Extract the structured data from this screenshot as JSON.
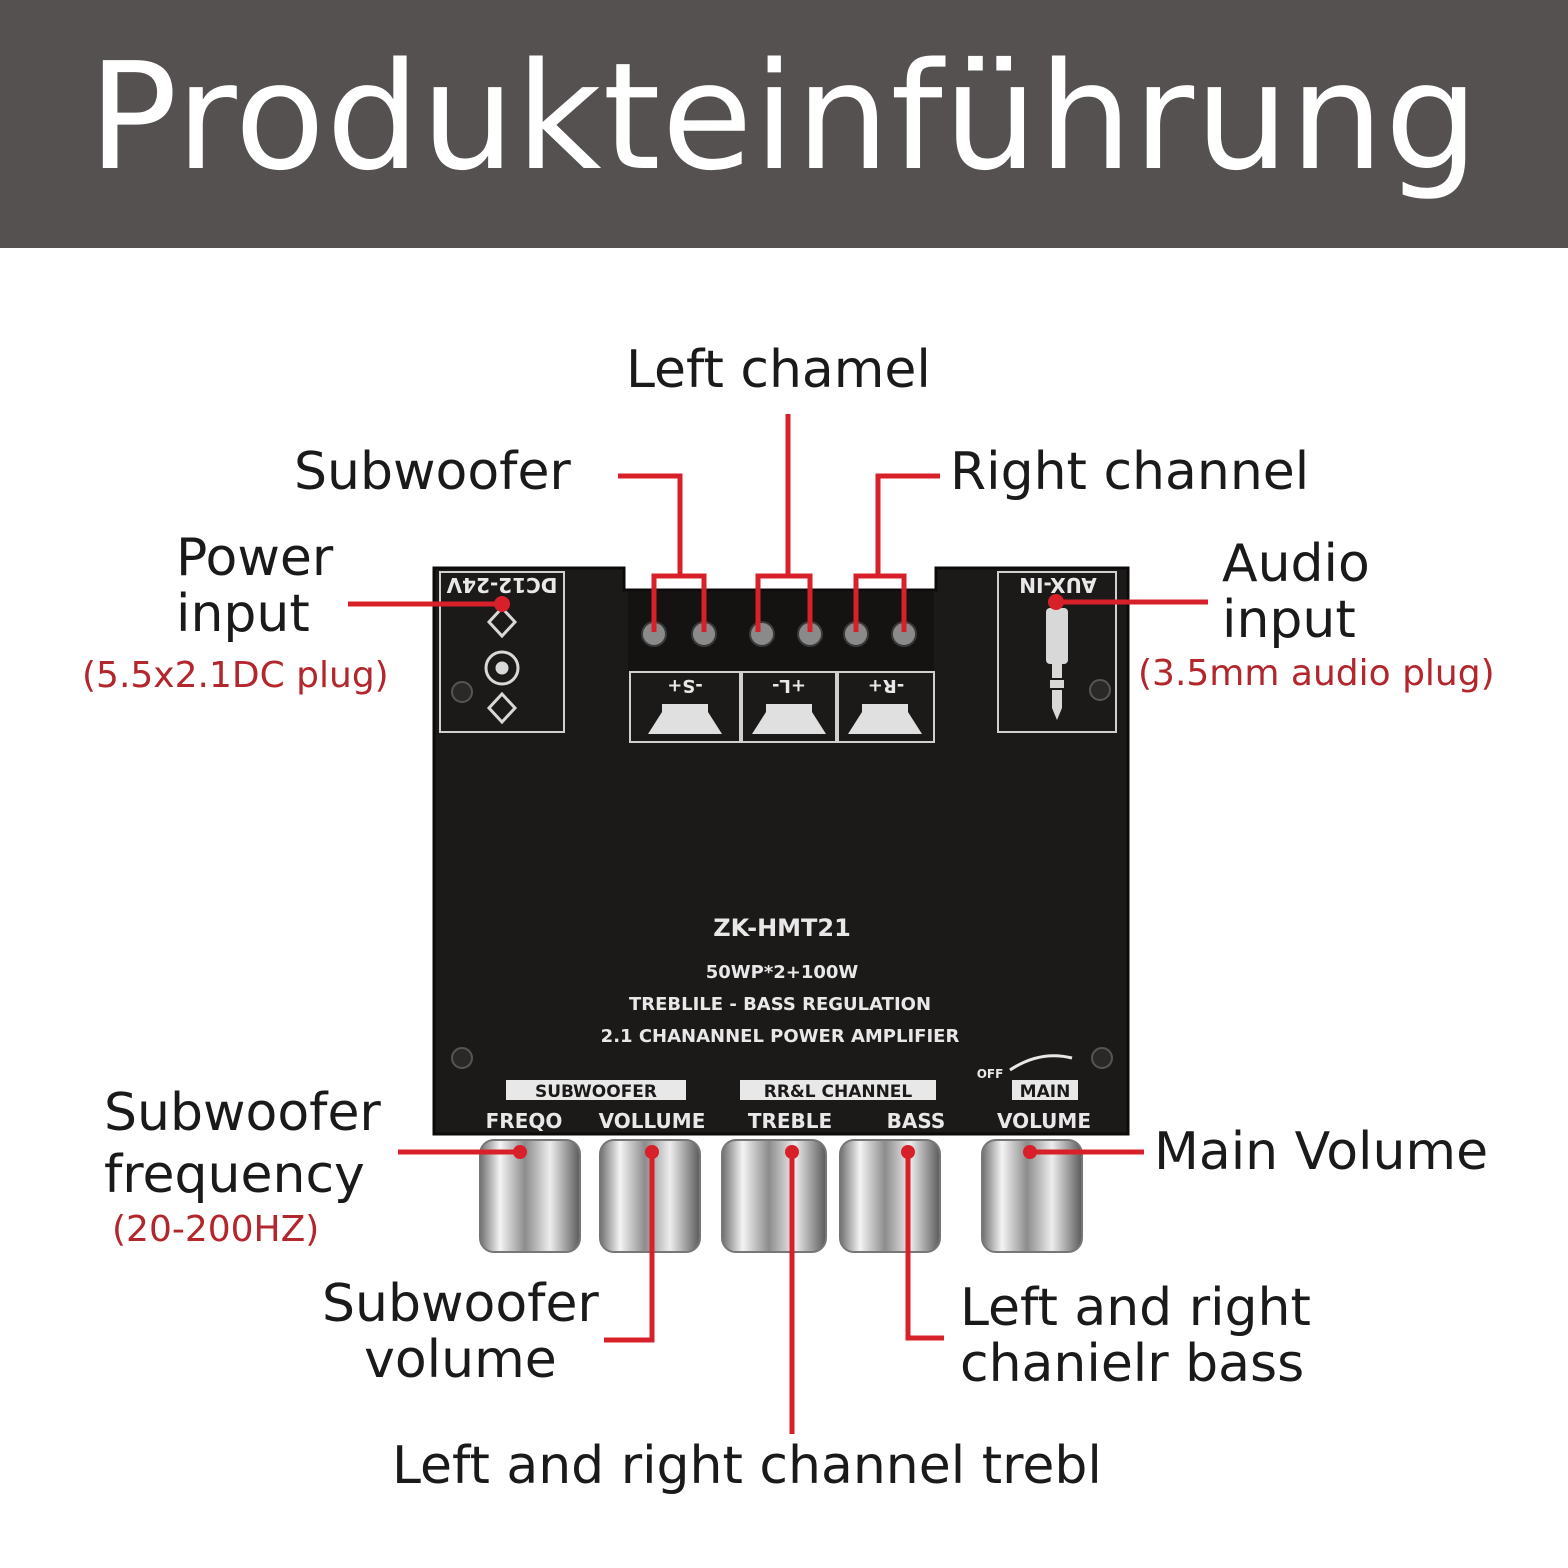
{
  "header": {
    "title": "Produkteinführung"
  },
  "labels": {
    "left_channel": "Left chamel",
    "subwoofer": "Subwoofer",
    "right_channel": "Right channel",
    "power_input": "Power\ninput",
    "power_input_note": "(5.5x2.1DC plug)",
    "audio_input": "Audio\ninput",
    "audio_input_note": "(3.5mm audio plug)",
    "subwoofer_frequency": "Subwoofer\nfrequency",
    "subwoofer_frequency_note": "(20-200HZ)",
    "main_volume": "Main Volume",
    "subwoofer_volume": "Subwoofer\nvolume",
    "lr_bass": "Left and right\nchanielr bass",
    "lr_treble": "Left and right channel trebl"
  },
  "board": {
    "power_jack_label": "DC12-24V",
    "aux_label": "AUX-IN",
    "terminal_labels": [
      "-S+",
      "+L-",
      "-R+"
    ],
    "model": "ZK-HMT21",
    "spec_line1": "50WP*2+100W",
    "spec_line2": "TREBLILE - BASS REGULATION",
    "spec_line3": "2.1 CHANANNEL POWER AMPLIFIER",
    "group_subwoofer": "SUBWOOFER",
    "group_channel": "RR&L CHANNEL",
    "group_main": "MAIN",
    "off_label": "OFF",
    "knob_labels": [
      "FREQO",
      "VOLLUME",
      "TREBLE",
      "BASS",
      "VOLUME"
    ]
  },
  "colors": {
    "header_bg": "#555150",
    "leader_line": "#d8202a",
    "board": "#1c1a19",
    "note_text": "#b3262c"
  }
}
